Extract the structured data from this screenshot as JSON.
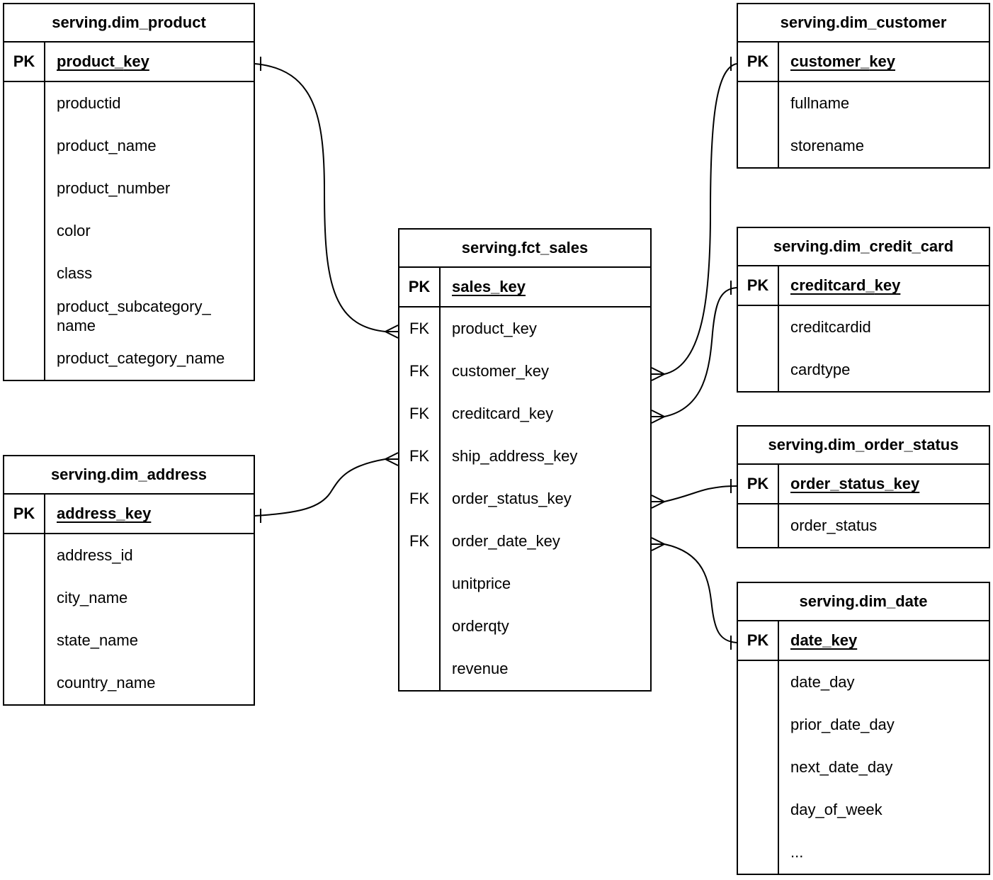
{
  "diagram": {
    "key_labels": {
      "pk": "PK",
      "fk": "FK"
    },
    "tables": {
      "dim_product": {
        "title": "serving.dim_product",
        "primary_key": "product_key",
        "rows": [
          {
            "tag": "",
            "name": "productid"
          },
          {
            "tag": "",
            "name": "product_name"
          },
          {
            "tag": "",
            "name": "product_number"
          },
          {
            "tag": "",
            "name": "color"
          },
          {
            "tag": "",
            "name": "class"
          },
          {
            "tag": "",
            "name": "product_subcategory_name"
          },
          {
            "tag": "",
            "name": "product_category_name"
          }
        ]
      },
      "dim_address": {
        "title": "serving.dim_address",
        "primary_key": "address_key",
        "rows": [
          {
            "tag": "",
            "name": "address_id"
          },
          {
            "tag": "",
            "name": "city_name"
          },
          {
            "tag": "",
            "name": "state_name"
          },
          {
            "tag": "",
            "name": "country_name"
          }
        ]
      },
      "fct_sales": {
        "title": "serving.fct_sales",
        "primary_key": "sales_key",
        "rows": [
          {
            "tag": "FK",
            "name": "product_key"
          },
          {
            "tag": "FK",
            "name": "customer_key"
          },
          {
            "tag": "FK",
            "name": "creditcard_key"
          },
          {
            "tag": "FK",
            "name": "ship_address_key"
          },
          {
            "tag": "FK",
            "name": "order_status_key"
          },
          {
            "tag": "FK",
            "name": "order_date_key"
          },
          {
            "tag": "",
            "name": "unitprice"
          },
          {
            "tag": "",
            "name": "orderqty"
          },
          {
            "tag": "",
            "name": "revenue"
          }
        ]
      },
      "dim_customer": {
        "title": "serving.dim_customer",
        "primary_key": "customer_key",
        "rows": [
          {
            "tag": "",
            "name": "fullname"
          },
          {
            "tag": "",
            "name": "storename"
          }
        ]
      },
      "dim_credit_card": {
        "title": "serving.dim_credit_card",
        "primary_key": "creditcard_key",
        "rows": [
          {
            "tag": "",
            "name": "creditcardid"
          },
          {
            "tag": "",
            "name": "cardtype"
          }
        ]
      },
      "dim_order_status": {
        "title": "serving.dim_order_status",
        "primary_key": "order_status_key",
        "rows": [
          {
            "tag": "",
            "name": "order_status"
          }
        ]
      },
      "dim_date": {
        "title": "serving.dim_date",
        "primary_key": "date_key",
        "rows": [
          {
            "tag": "",
            "name": "date_day"
          },
          {
            "tag": "",
            "name": "prior_date_day"
          },
          {
            "tag": "",
            "name": "next_date_day"
          },
          {
            "tag": "",
            "name": "day_of_week"
          },
          {
            "tag": "",
            "name": "..."
          }
        ]
      }
    },
    "relationships": [
      {
        "from_table": "serving.fct_sales",
        "from_field": "product_key",
        "from_cardinality": "many",
        "to_table": "serving.dim_product",
        "to_field": "product_key",
        "to_cardinality": "one"
      },
      {
        "from_table": "serving.fct_sales",
        "from_field": "ship_address_key",
        "from_cardinality": "many",
        "to_table": "serving.dim_address",
        "to_field": "address_key",
        "to_cardinality": "one"
      },
      {
        "from_table": "serving.fct_sales",
        "from_field": "customer_key",
        "from_cardinality": "many",
        "to_table": "serving.dim_customer",
        "to_field": "customer_key",
        "to_cardinality": "one"
      },
      {
        "from_table": "serving.fct_sales",
        "from_field": "creditcard_key",
        "from_cardinality": "many",
        "to_table": "serving.dim_credit_card",
        "to_field": "creditcard_key",
        "to_cardinality": "one"
      },
      {
        "from_table": "serving.fct_sales",
        "from_field": "order_status_key",
        "from_cardinality": "many",
        "to_table": "serving.dim_order_status",
        "to_field": "order_status_key",
        "to_cardinality": "one"
      },
      {
        "from_table": "serving.fct_sales",
        "from_field": "order_date_key",
        "from_cardinality": "many",
        "to_table": "serving.dim_date",
        "to_field": "date_key",
        "to_cardinality": "one"
      }
    ],
    "colors": {
      "line": "#000000",
      "background": "#ffffff",
      "text": "#000000"
    }
  }
}
